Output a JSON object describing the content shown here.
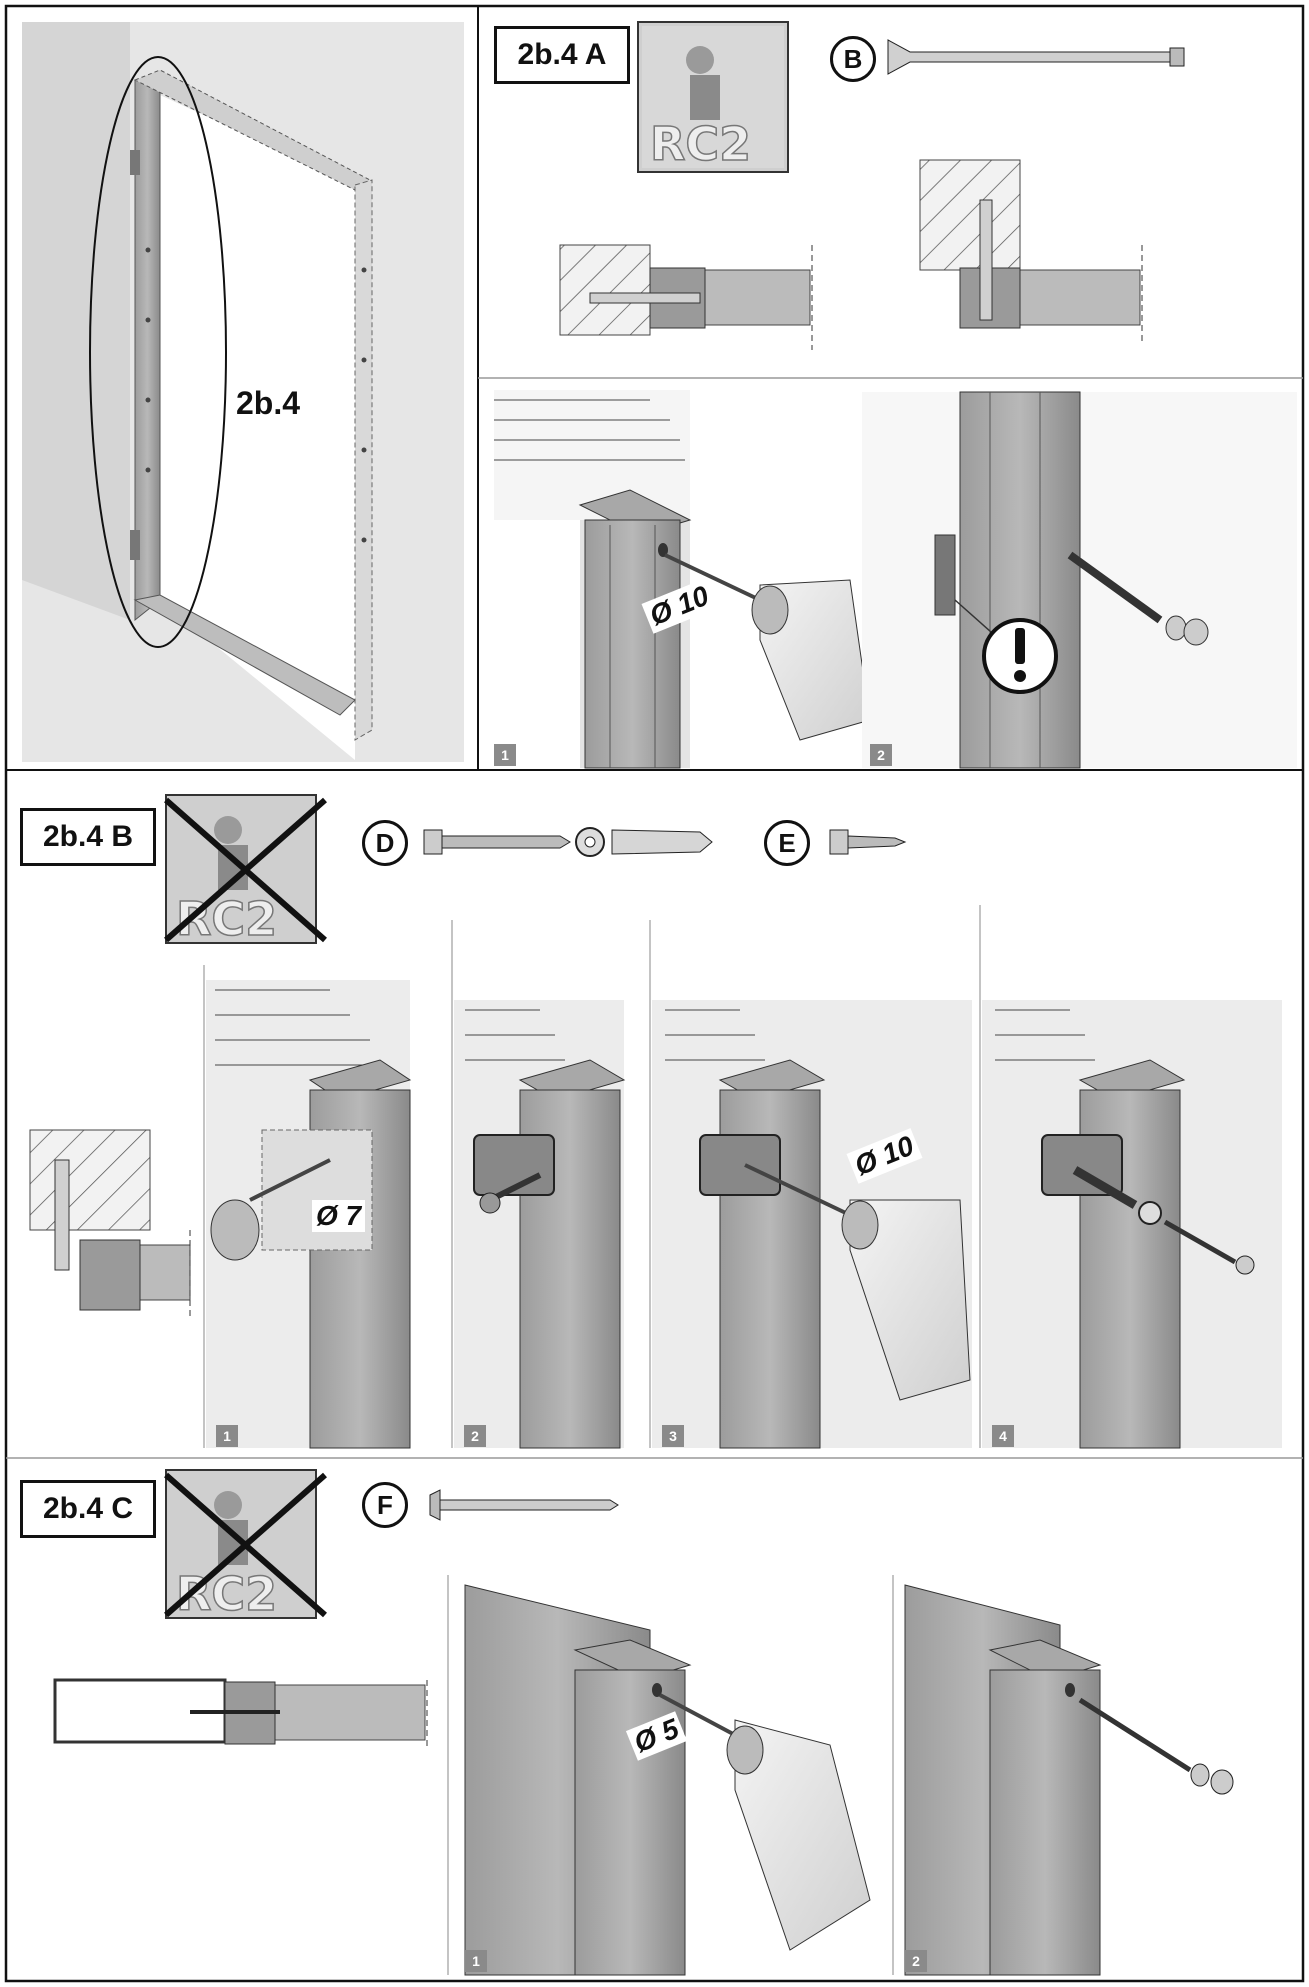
{
  "overview": {
    "label": "2b.4"
  },
  "sectionA": {
    "label": "2b.4 A",
    "rc_badge": "RC2",
    "part_letter": "B",
    "steps": [
      "1",
      "2"
    ],
    "drill_diameter": "Ø 10"
  },
  "sectionB": {
    "label": "2b.4 B",
    "rc_badge": "RC2",
    "part_letters": [
      "D",
      "E"
    ],
    "steps": [
      "1",
      "2",
      "3",
      "4"
    ],
    "drill_diameter_1": "Ø 7",
    "drill_diameter_3": "Ø 10"
  },
  "sectionC": {
    "label": "2b.4 C",
    "rc_badge": "RC2",
    "part_letter": "F",
    "steps": [
      "1",
      "2"
    ],
    "drill_diameter": "Ø 5"
  }
}
